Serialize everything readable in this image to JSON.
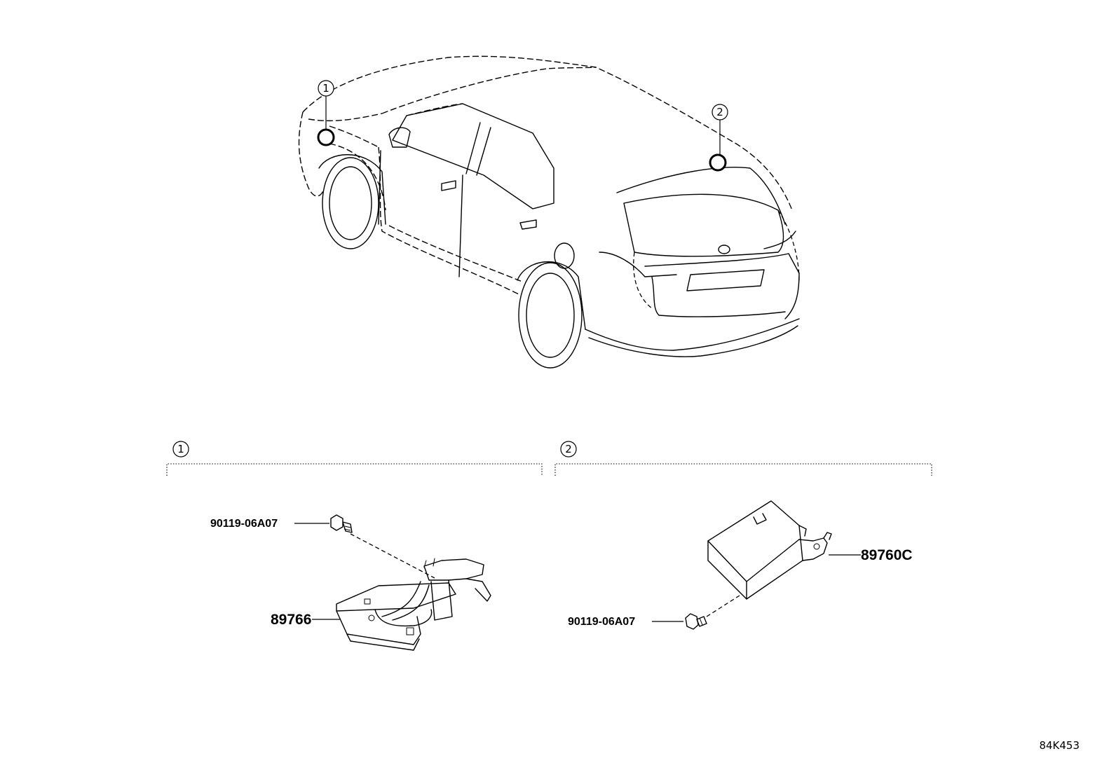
{
  "callouts": {
    "one": "1",
    "two": "2"
  },
  "group1": {
    "callout": "1",
    "bolt_label": "90119-06A07",
    "part_label": "89766"
  },
  "group2": {
    "callout": "2",
    "bolt_label": "90119-06A07",
    "part_label": "89760C"
  },
  "figure_code": "84K453"
}
